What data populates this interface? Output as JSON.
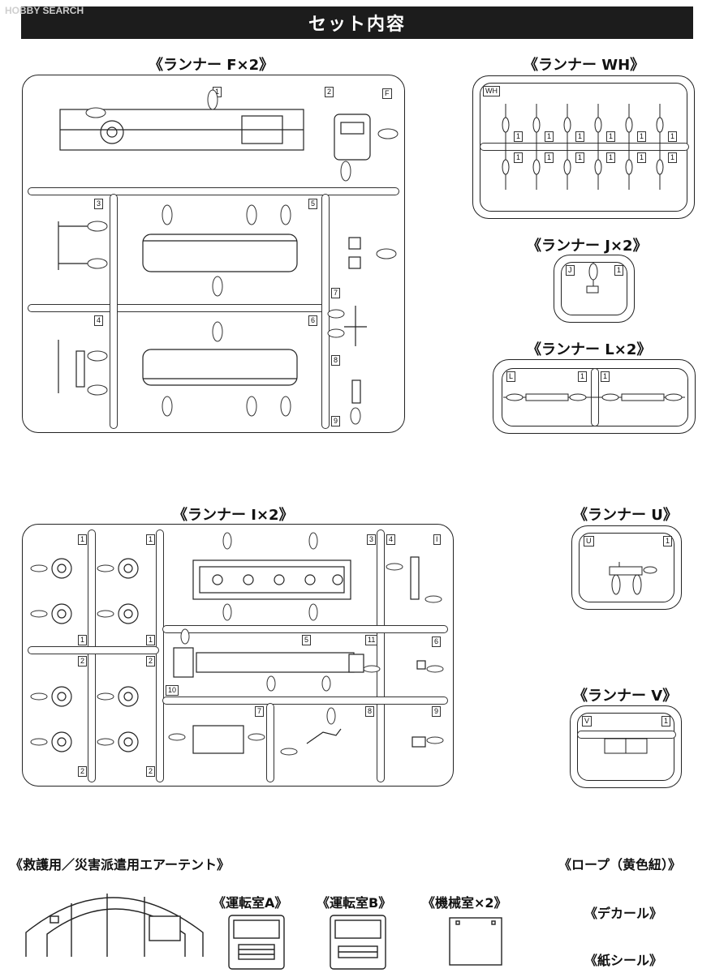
{
  "watermark": "HOBBY SEARCH",
  "header": {
    "title": "セット内容"
  },
  "runners": {
    "F": {
      "title": "《ランナー F×2》",
      "letter": "F",
      "parts": [
        "1",
        "2",
        "3",
        "4",
        "5",
        "6",
        "7",
        "8",
        "9"
      ]
    },
    "WH": {
      "title": "《ランナー WH》",
      "letter": "WH",
      "parts": [
        "1",
        "1",
        "1",
        "1",
        "1",
        "1",
        "1",
        "1",
        "1",
        "1",
        "1",
        "1"
      ]
    },
    "J": {
      "title": "《ランナー J×2》",
      "letter": "J",
      "parts": [
        "1"
      ]
    },
    "L": {
      "title": "《ランナー L×2》",
      "letter": "L",
      "parts": [
        "1",
        "1"
      ]
    },
    "I": {
      "title": "《ランナー I×2》",
      "letter": "I",
      "parts": [
        "1",
        "1",
        "3",
        "4",
        "1",
        "1",
        "5",
        "11",
        "6",
        "2",
        "2",
        "10",
        "7",
        "8",
        "9",
        "2",
        "2"
      ]
    },
    "U": {
      "title": "《ランナー U》",
      "letter": "U",
      "parts": [
        "1"
      ]
    },
    "V": {
      "title": "《ランナー V》",
      "letter": "V",
      "parts": [
        "1"
      ]
    }
  },
  "extras": {
    "tent": "《救護用／災害派遣用エアーテント》",
    "cab_a": "《運転室A》",
    "cab_b": "《運転室B》",
    "machine": "《機械室×2》",
    "rope": "《ロープ（黄色紐）》",
    "decal": "《デカール》",
    "sticker": "《紙シール》"
  }
}
